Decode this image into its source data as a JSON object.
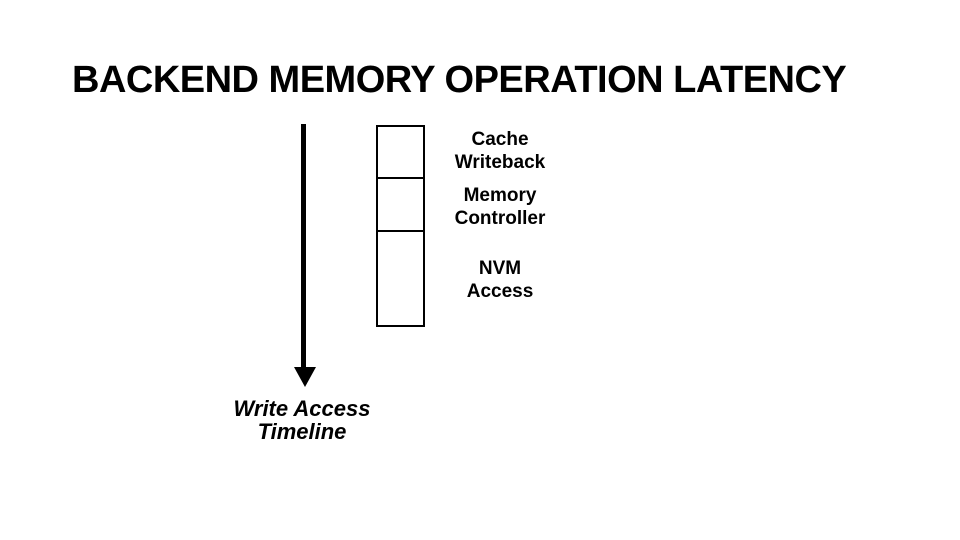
{
  "slide": {
    "title": "BACKEND MEMORY OPERATION LATENCY",
    "background_color": "#ffffff",
    "ink_color": "#000000",
    "timeline": {
      "label": "Write Access\nTimeline",
      "direction": "down"
    },
    "stages": [
      {
        "label": "Cache\nWriteback"
      },
      {
        "label": "Memory\nController"
      },
      {
        "label": "NVM\nAccess"
      }
    ]
  }
}
